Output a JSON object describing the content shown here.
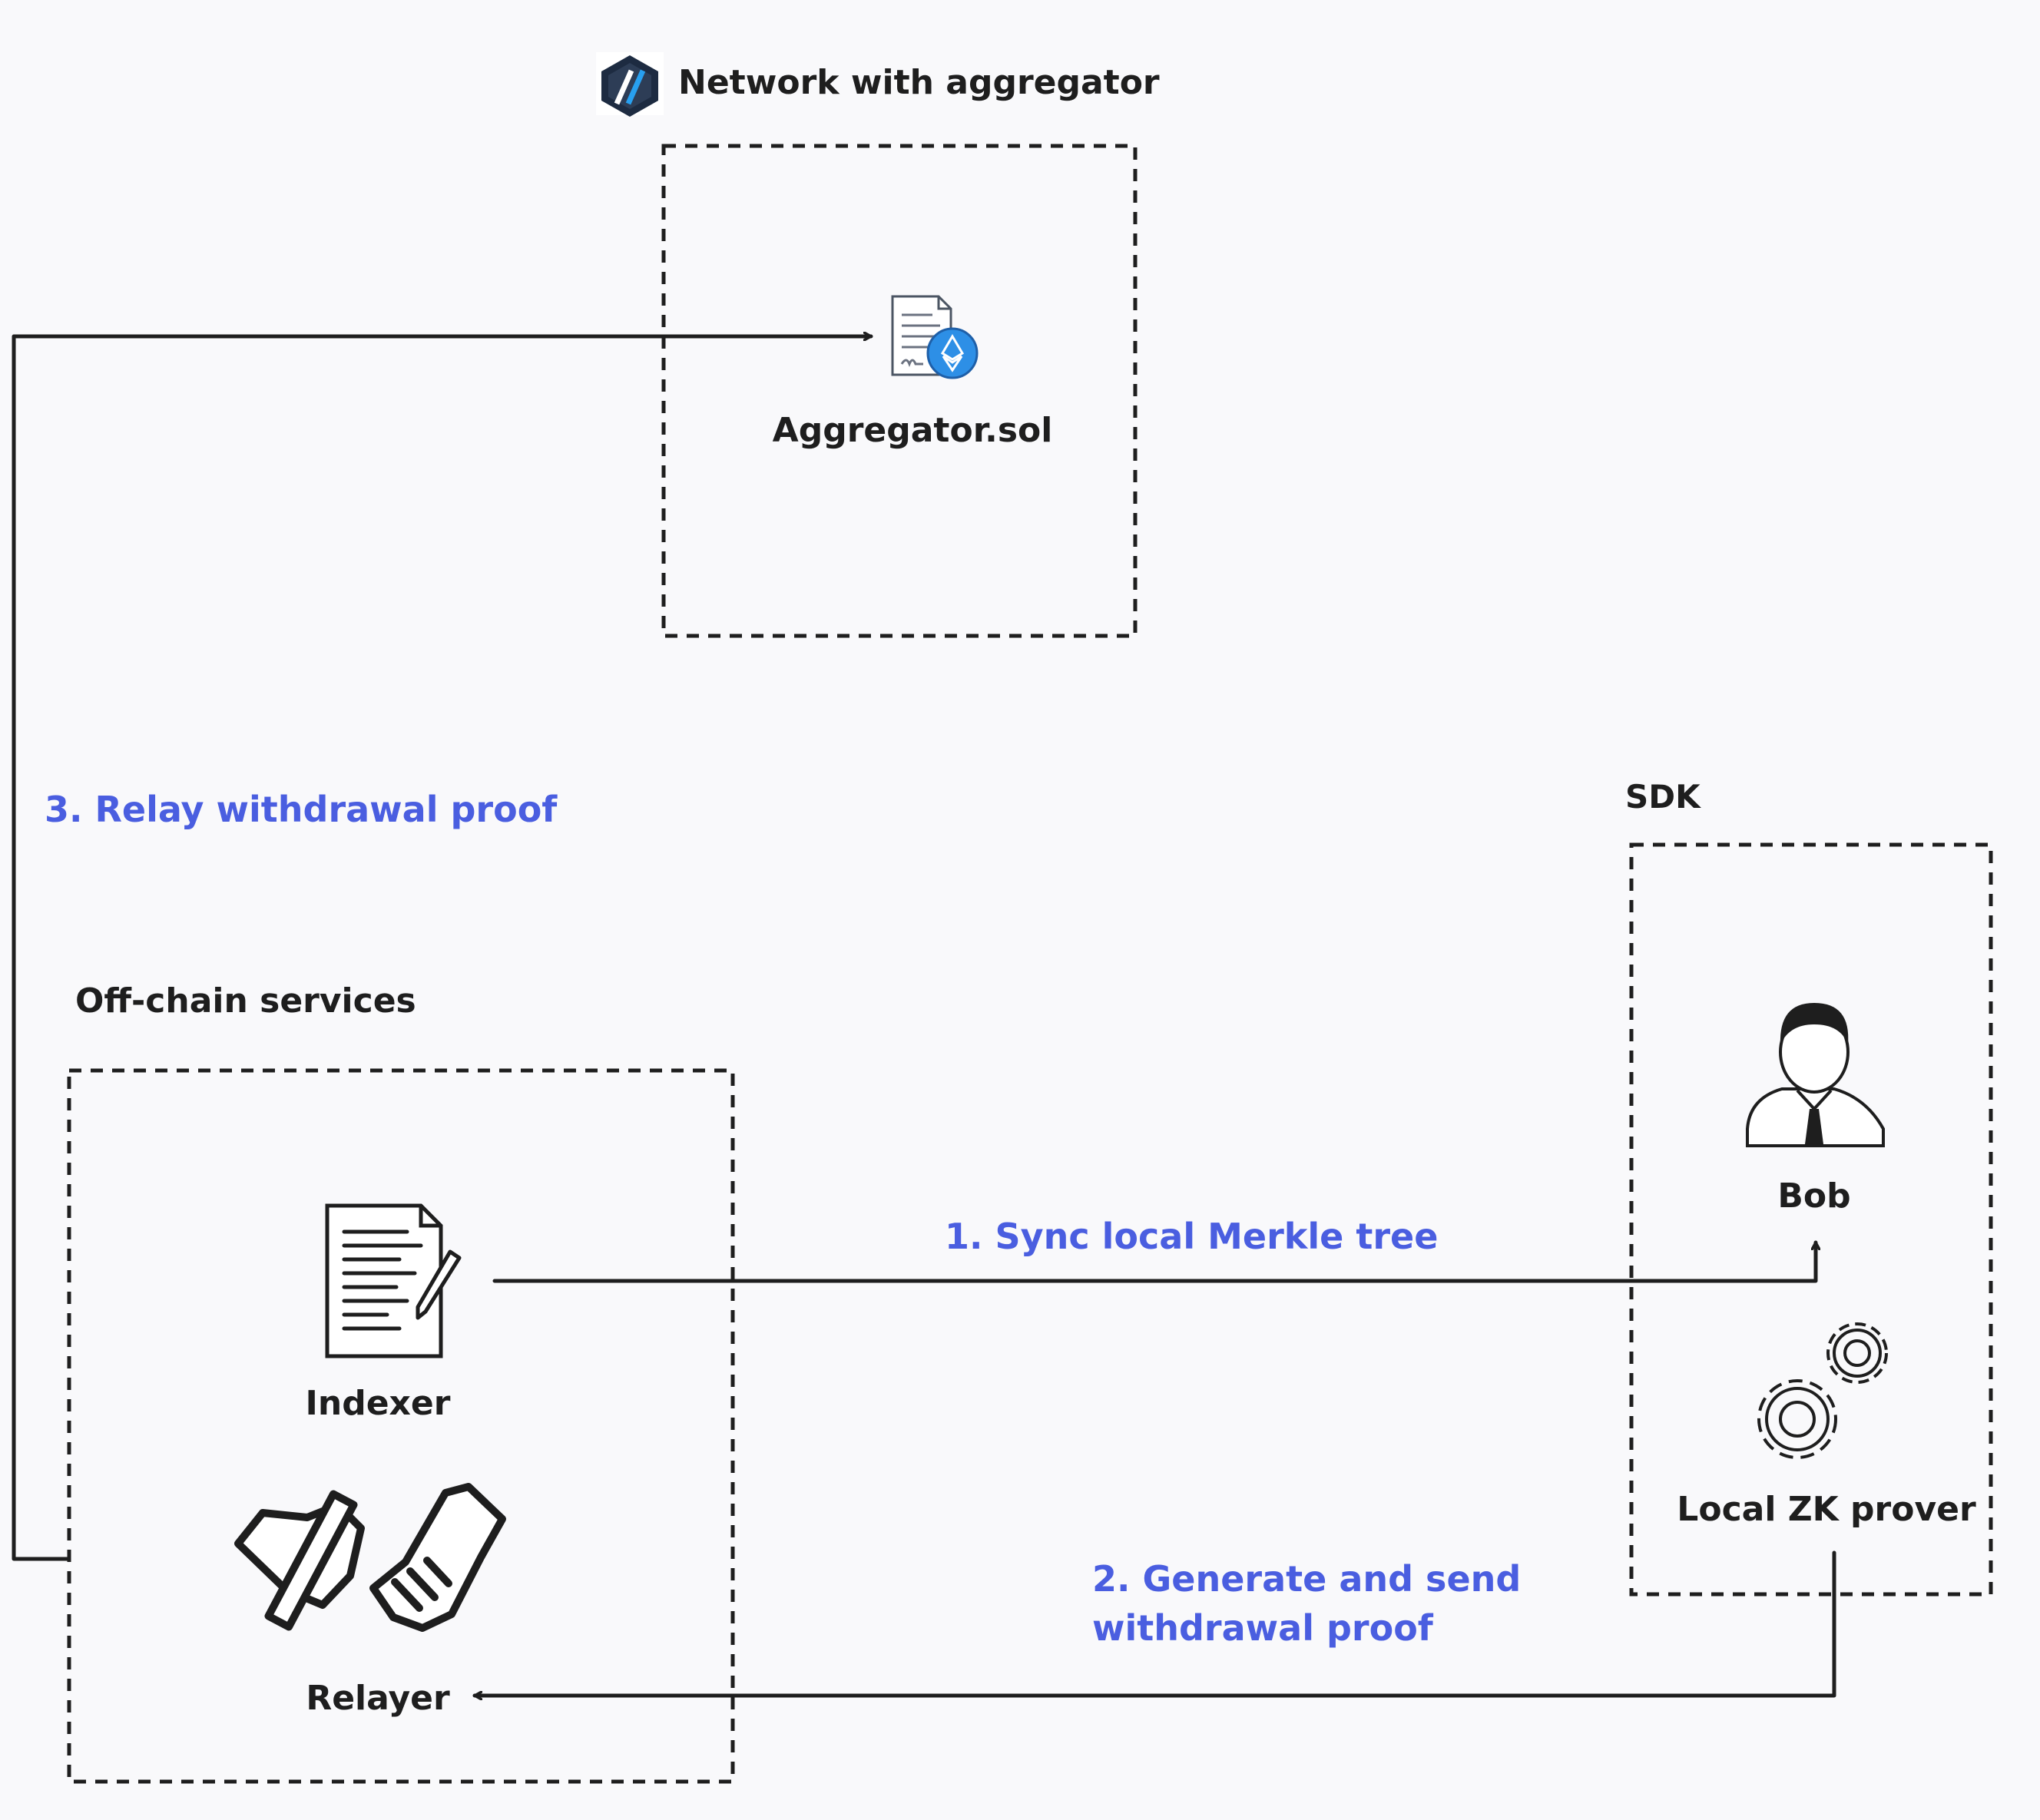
{
  "groups": {
    "network": {
      "title": "Network with aggregator",
      "node_label": "Aggregator.sol"
    },
    "offchain": {
      "title": "Off-chain services",
      "indexer_label": "Indexer",
      "relayer_label": "Relayer"
    },
    "sdk": {
      "title": "SDK",
      "user_label": "Bob",
      "prover_label": "Local ZK prover"
    }
  },
  "edges": {
    "sync": "1. Sync local Merkle tree",
    "generate_line1": "2. Generate and send",
    "generate_line2": "withdrawal proof",
    "relay": "3. Relay withdrawal proof"
  },
  "icons": {
    "network_logo": "arbitrum-logo-icon",
    "contract": "ethereum-contract-document-icon",
    "indexer": "document-pen-icon",
    "relayer": "handshake-baton-icon",
    "user": "person-icon",
    "prover": "gears-icon"
  },
  "colors": {
    "step_label": "#4a5ee0",
    "line": "#1e1e1e",
    "background": "#f9f9fb",
    "eth_blue": "#2d8fe6"
  }
}
